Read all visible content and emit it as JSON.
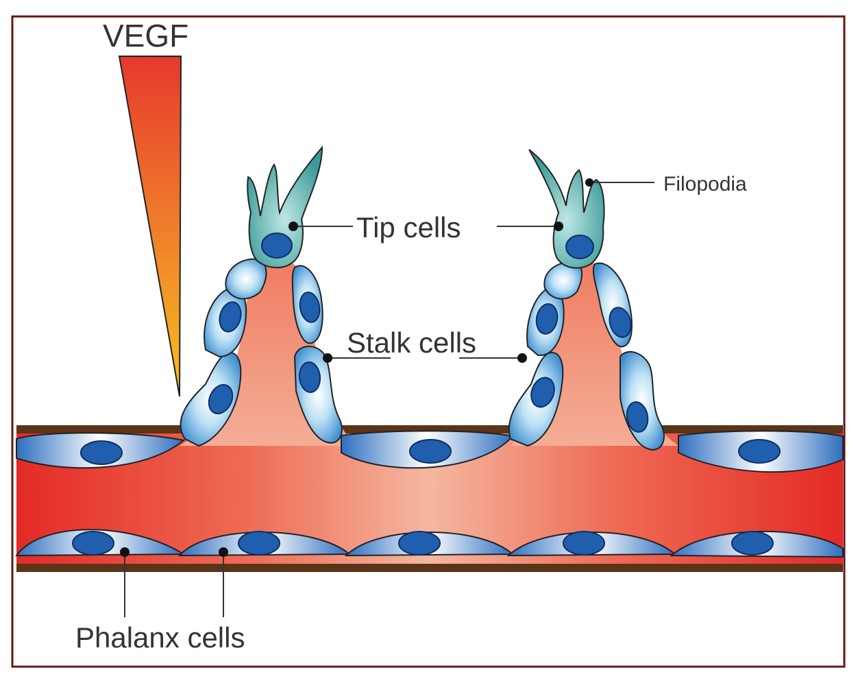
{
  "labels": {
    "vegf": "VEGF",
    "filopodia": "Filopodia",
    "tip_cells": "Tip cells",
    "stalk_cells": "Stalk cells",
    "phalanx_cells": "Phalanx cells"
  },
  "colors": {
    "frame_border": "#6b1414",
    "vessel_lumen": "#e8312b",
    "vessel_wall": "#5a3418",
    "cell_light": "#bfe2f5",
    "cell_mid": "#5aa7dc",
    "nucleus": "#1f5fae",
    "tip_cell": "#4fa9a6",
    "gradient_top": "#e53a2e",
    "gradient_bottom": "#f6c21c"
  }
}
